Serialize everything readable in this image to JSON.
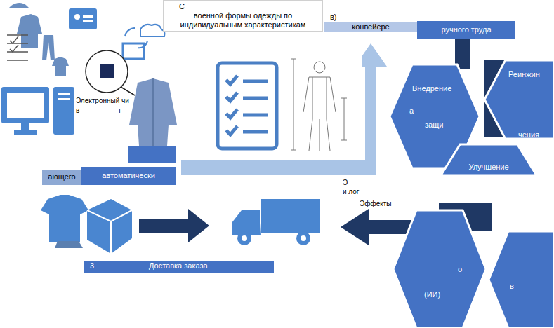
{
  "diagram": {
    "nodes": [
      {
        "text": [
          "С",
          "военной формы одежды по индивидуальным характеристикам"
        ]
      },
      {
        "text": [
          "в)",
          "конвейере"
        ]
      },
      {
        "text": [
          "ручного труда"
        ]
      },
      {
        "text": [
          "Внедрение",
          "а",
          "защи"
        ]
      },
      {
        "text": [
          "Реинжин",
          "чения"
        ]
      },
      {
        "text": [
          "Улучшение"
        ]
      },
      {
        "text": [
          "ающего"
        ]
      },
      {
        "text": [
          "автоматически"
        ]
      },
      {
        "text": [
          "3",
          "Доставка заказа"
        ]
      },
      {
        "text": [
          "о",
          "(ИИ)"
        ]
      },
      {
        "text": [
          "в"
        ]
      }
    ],
    "labels": [
      "Электронный чи",
      "в",
      "т",
      "Эффекты",
      "и лог",
      "Э"
    ]
  }
}
